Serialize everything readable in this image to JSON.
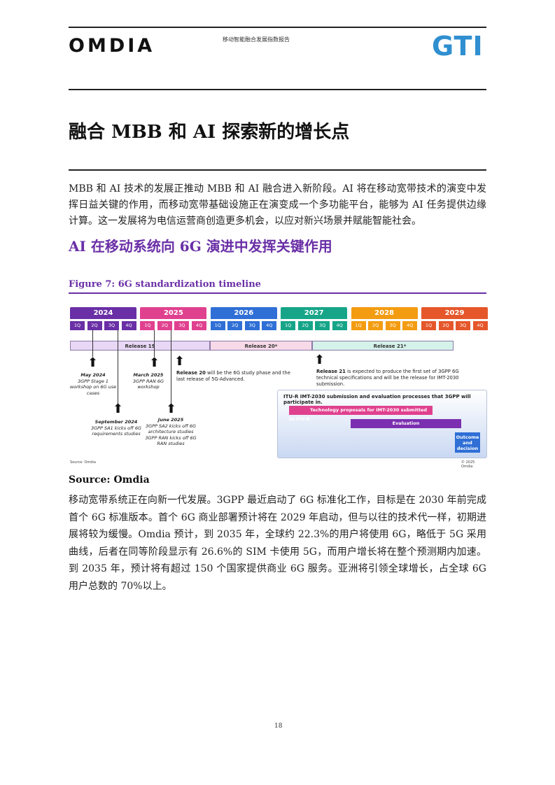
{
  "header": {
    "logo_omdia": "OMDIA",
    "title": "移动智能融合发展指数报告",
    "logo_gti": "GTI"
  },
  "page_title": "融合 MBB 和 AI 探索新的增长点",
  "intro_paragraph": "MBB 和 AI 技术的发展正推动 MBB 和 AI 融合进入新阶段。AI 将在移动宽带技术的演变中发挥日益关键的作用，而移动宽带基础设施正在演变成一个多功能平台，能够为 AI 任务提供边缘计算。这一发展将为电信运营商创造更多机会，以应对新兴场景并赋能智能社会。",
  "section_heading": "AI 在移动系统向 6G 演进中发挥关键作用",
  "figure": {
    "caption": "Figure 7: 6G standardization timeline",
    "years": [
      {
        "label": "2024",
        "color": "#6a2fa6"
      },
      {
        "label": "2025",
        "color": "#e0418f"
      },
      {
        "label": "2026",
        "color": "#2f6fd6"
      },
      {
        "label": "2027",
        "color": "#17a589"
      },
      {
        "label": "2028",
        "color": "#f39c12"
      },
      {
        "label": "2029",
        "color": "#e5572b"
      }
    ],
    "quarters": [
      "1Q",
      "2Q",
      "3Q",
      "4Q"
    ],
    "releases": [
      {
        "label": "Release 19",
        "color": "#e8d7f5"
      },
      {
        "label": "Release 20*",
        "color": "#f7d9e8"
      },
      {
        "label": "Release 21*",
        "color": "#d4f1ea"
      }
    ],
    "milestones": {
      "may_2024": {
        "date": "May 2024",
        "text": "3GPP Stage 1 workshop on 6G use cases"
      },
      "sep_2024": {
        "date": "September 2024",
        "text": "3GPP SA1 kicks off 6G requirements studies"
      },
      "mar_2025": {
        "date": "March 2025",
        "text": "3GPP RAN 6G workshop"
      },
      "jun_2025": {
        "date": "June 2025",
        "text": "3GPP SA2 kicks off 6G architecture studies 3GPP RAN kicks off 6G RAN studies"
      }
    },
    "release20_note": {
      "bold": "Release 20",
      "text": " will be the 6G study phase and the last release of 5G-Advanced."
    },
    "release21_note": {
      "bold": "Release 21",
      "text": " is expected to produce the first set of 3GPP 6G technical specifications and will be the release for IMT-2030 submission."
    },
    "itu": {
      "title": "ITU-R IMT-2030 submission and evaluation processes that 3GPP will participate in.",
      "proposals": "Technology proposals for IMT-2030 submitted to ITU-R",
      "evaluation": "Evaluation",
      "outcome": "Outcome and decision"
    },
    "source_small": "Source: Omdia",
    "copyright": "© 2025 Omdia"
  },
  "source": "Source: Omdia",
  "body_paragraph": "移动宽带系统正在向新一代发展。3GPP 最近启动了 6G 标准化工作，目标是在 2030 年前完成首个 6G 标准版本。首个 6G 商业部署预计将在 2029 年启动，但与以往的技术代一样，初期进展将较为缓慢。Omdia 预计，到 2035 年，全球约 22.3%的用户将使用 6G，略低于 5G 采用曲线，后者在同等阶段显示有 26.6%的 SIM 卡使用 5G，而用户增长将在整个预测期内加速。到 2035 年，预计将有超过 150 个国家提供商业 6G 服务。亚洲将引领全球增长，占全球 6G 用户总数的 70%以上。",
  "page_number": "18"
}
